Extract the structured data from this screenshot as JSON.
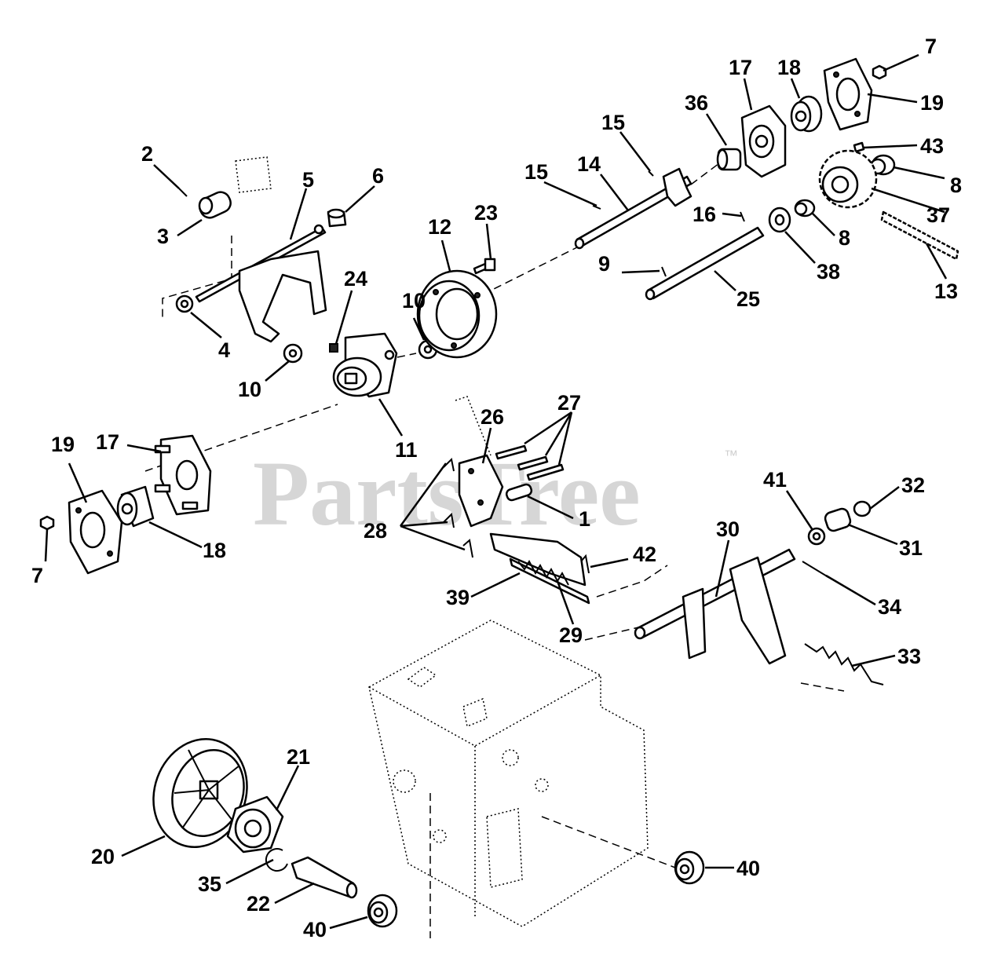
{
  "watermark": {
    "brand": "PartsTree",
    "trademark": "™"
  },
  "callouts": [
    {
      "id": "c2",
      "label": "2"
    },
    {
      "id": "c3",
      "label": "3"
    },
    {
      "id": "c5",
      "label": "5"
    },
    {
      "id": "c6",
      "label": "6"
    },
    {
      "id": "c4",
      "label": "4"
    },
    {
      "id": "c24",
      "label": "24"
    },
    {
      "id": "c10a",
      "label": "10"
    },
    {
      "id": "c10b",
      "label": "10"
    },
    {
      "id": "c11",
      "label": "11"
    },
    {
      "id": "c12",
      "label": "12"
    },
    {
      "id": "c23",
      "label": "23"
    },
    {
      "id": "c15a",
      "label": "15"
    },
    {
      "id": "c15b",
      "label": "15"
    },
    {
      "id": "c14",
      "label": "14"
    },
    {
      "id": "c36",
      "label": "36"
    },
    {
      "id": "c17a",
      "label": "17"
    },
    {
      "id": "c18a",
      "label": "18"
    },
    {
      "id": "c7a",
      "label": "7"
    },
    {
      "id": "c19a",
      "label": "19"
    },
    {
      "id": "c43",
      "label": "43"
    },
    {
      "id": "c8a",
      "label": "8"
    },
    {
      "id": "c16",
      "label": "16"
    },
    {
      "id": "c8b",
      "label": "8"
    },
    {
      "id": "c37",
      "label": "37"
    },
    {
      "id": "c9",
      "label": "9"
    },
    {
      "id": "c38",
      "label": "38"
    },
    {
      "id": "c25",
      "label": "25"
    },
    {
      "id": "c13",
      "label": "13"
    },
    {
      "id": "c19b",
      "label": "19"
    },
    {
      "id": "c17b",
      "label": "17"
    },
    {
      "id": "c7b",
      "label": "7"
    },
    {
      "id": "c18b",
      "label": "18"
    },
    {
      "id": "c26",
      "label": "26"
    },
    {
      "id": "c27",
      "label": "27"
    },
    {
      "id": "c1",
      "label": "1"
    },
    {
      "id": "c28",
      "label": "28"
    },
    {
      "id": "c42",
      "label": "42"
    },
    {
      "id": "c39",
      "label": "39"
    },
    {
      "id": "c29",
      "label": "29"
    },
    {
      "id": "c30",
      "label": "30"
    },
    {
      "id": "c41",
      "label": "41"
    },
    {
      "id": "c32",
      "label": "32"
    },
    {
      "id": "c31",
      "label": "31"
    },
    {
      "id": "c34",
      "label": "34"
    },
    {
      "id": "c33",
      "label": "33"
    },
    {
      "id": "c21",
      "label": "21"
    },
    {
      "id": "c20",
      "label": "20"
    },
    {
      "id": "c35",
      "label": "35"
    },
    {
      "id": "c22",
      "label": "22"
    },
    {
      "id": "c40a",
      "label": "40"
    },
    {
      "id": "c40b",
      "label": "40"
    }
  ]
}
